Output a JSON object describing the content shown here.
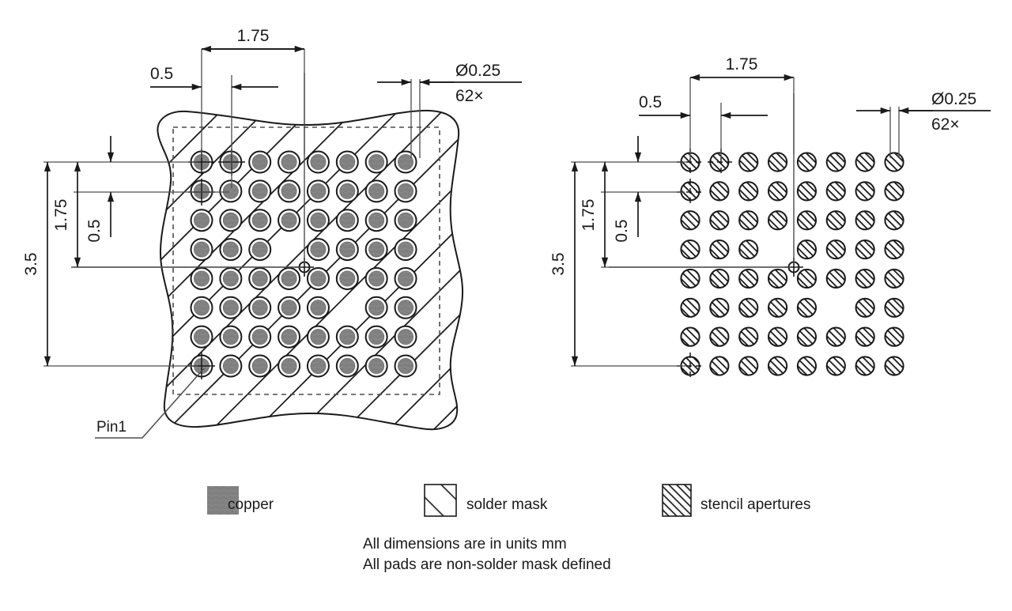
{
  "drawing": {
    "title_note_lines": [
      "All dimensions are in units mm",
      "All pads are non-solder mask defined"
    ]
  },
  "left_view": {
    "name": "pcb-land-pattern-view",
    "dimensions": {
      "top_pitch": "0.5",
      "top_span": "1.75",
      "diameter": "Ø0.25",
      "quantity": "62×",
      "left_full": "3.5",
      "left_span": "1.75",
      "left_pitch": "0.5"
    },
    "pin1_label": "Pin1"
  },
  "right_view": {
    "name": "stencil-aperture-view",
    "dimensions": {
      "top_pitch": "0.5",
      "top_span": "1.75",
      "diameter": "Ø0.25",
      "quantity": "62×",
      "left_full": "3.5",
      "left_span": "1.75",
      "left_pitch": "0.5"
    }
  },
  "legend": {
    "items": [
      {
        "key": "copper",
        "label": "copper",
        "swatch": "solid",
        "color": "#808080"
      },
      {
        "key": "solder-mask",
        "label": "solder mask",
        "swatch": "sparse-hatch",
        "color": "#1a1a1a"
      },
      {
        "key": "stencil-apertures",
        "label": "stencil apertures",
        "swatch": "dense-hatch",
        "color": "#1a1a1a"
      }
    ]
  },
  "grid": {
    "rows": 8,
    "cols": 8,
    "total_pads": 62,
    "missing": [
      [
        3,
        3
      ],
      [
        5,
        5
      ]
    ],
    "pitch_mm": 0.5,
    "pad_diameter_mm": 0.25,
    "array_span_mm": 3.5
  },
  "colors": {
    "line": "#1a1a1a",
    "thin_line": "#4d4d4d",
    "copper_fill": "#808080",
    "background": "#ffffff"
  }
}
